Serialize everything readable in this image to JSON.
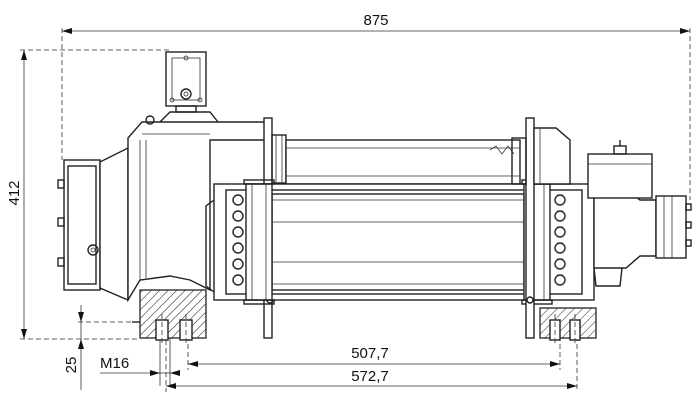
{
  "dimensions": {
    "overall_length": "875",
    "overall_height": "412",
    "base_offset": "25",
    "bolt_thread": "M16",
    "hole_spacing_inner": "507,7",
    "hole_spacing_outer": "572,7"
  },
  "colors": {
    "line": "#222222",
    "background": "#ffffff"
  }
}
